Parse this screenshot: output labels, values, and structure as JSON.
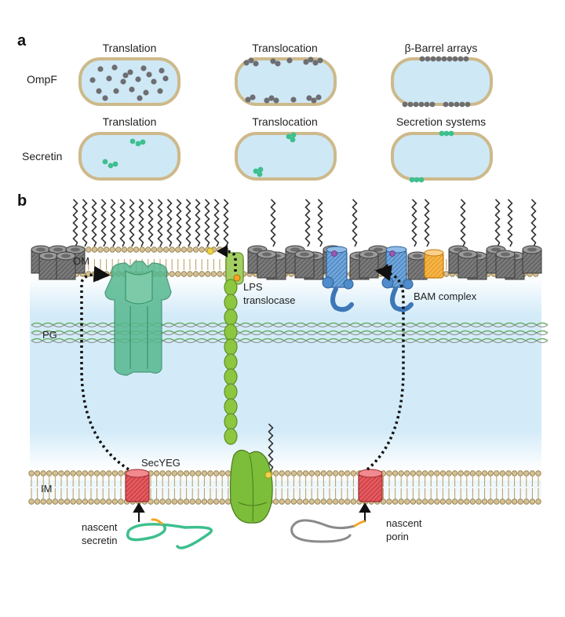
{
  "panel_a": {
    "label": "a",
    "row_labels": [
      "OmpF",
      "Secretin"
    ],
    "ompf_titles": [
      "Translation",
      "Translocation",
      "β-Barrel arrays"
    ],
    "secretin_titles": [
      "Translation",
      "Translocation",
      "Secretion systems"
    ]
  },
  "panel_b": {
    "label": "b",
    "om": "OM",
    "pg": "PG",
    "im": "IM",
    "lps_line1": "LPS",
    "lps_line2": "translocase",
    "bam": "BAM complex",
    "secyeg": "SecYEG",
    "nascent_secretin_1": "nascent",
    "nascent_secretin_2": "secretin",
    "nascent_porin_1": "nascent",
    "nascent_porin_2": "porin"
  },
  "colors": {
    "cell_fill": "#cfe8f5",
    "cell_border": "#cdb98a",
    "ompf_dot": "#6d6e71",
    "secretin_dot": "#3dbf8e",
    "secretin_protein": "#4fb58c",
    "lps_translocase": "#8dc63f",
    "bam": "#4e8ccb",
    "secyeg": "#d9444a",
    "porin_orange": "#f5a623"
  }
}
